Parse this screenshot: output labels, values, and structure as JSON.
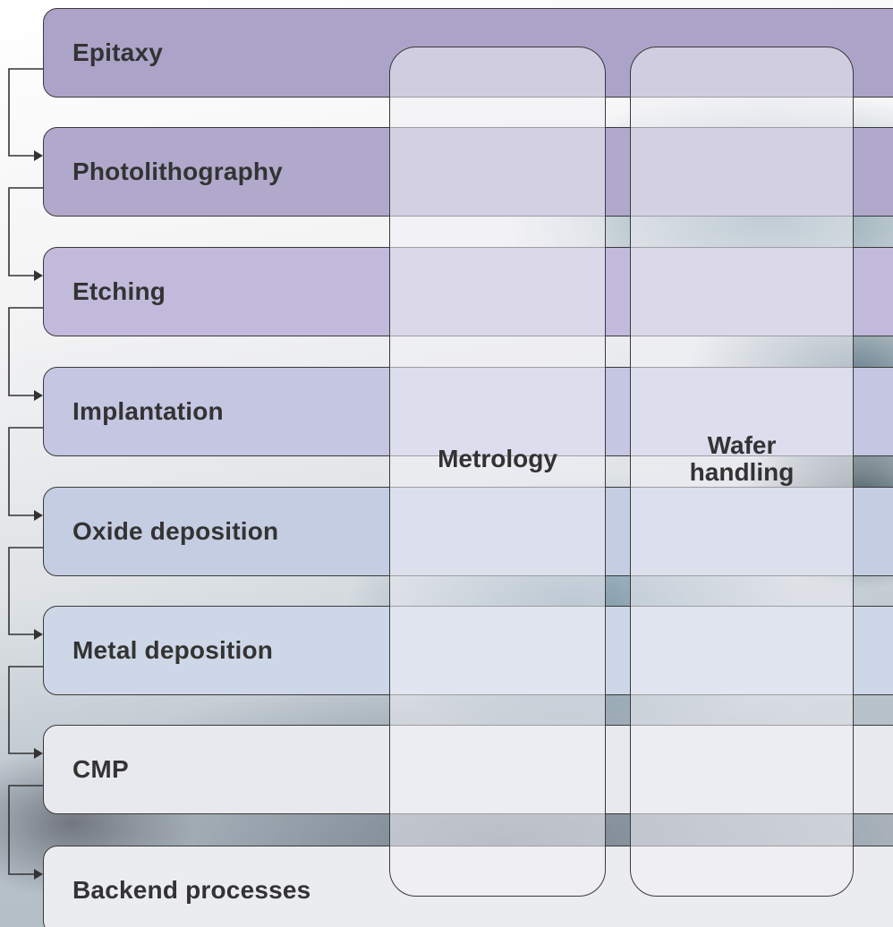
{
  "steps": [
    {
      "label": "Epitaxy",
      "color": "#aba3c8"
    },
    {
      "label": "Photolithography",
      "color": "#b1a9cc"
    },
    {
      "label": "Etching",
      "color": "#c1badb"
    },
    {
      "label": "Implantation",
      "color": "#c4c6e2"
    },
    {
      "label": "Oxide deposition",
      "color": "#c4cde2"
    },
    {
      "label": "Metal deposition",
      "color": "#cdd7e7"
    },
    {
      "label": "CMP",
      "color": "#e7e9ee"
    },
    {
      "label": "Backend processes",
      "color": "#eaecef"
    }
  ],
  "columns": [
    {
      "label": "Metrology"
    },
    {
      "label": "Wafer\nhandling"
    }
  ],
  "connector_color": "#333333"
}
